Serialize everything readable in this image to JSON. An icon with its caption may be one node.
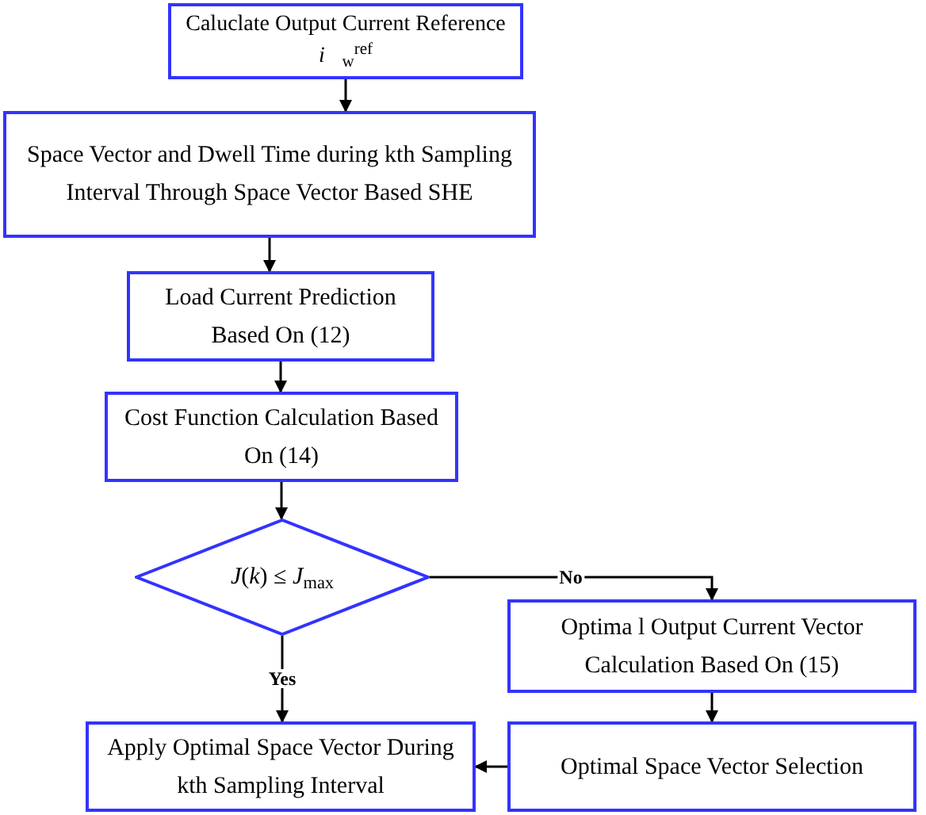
{
  "diagram": {
    "nodes": [
      {
        "text": [
          "Caluclate Output Current Reference *i⃗*$_{w}$$^{ref}$"
        ]
      },
      {
        "text": [
          "Space Vector and Dwell Time during kth Sampling Interval Through Space Vector Based SHE"
        ]
      },
      {
        "text": [
          "Load Current Prediction Based On (12)"
        ]
      },
      {
        "text": [
          "Cost Function Calculation Based On (14)"
        ]
      },
      {
        "text": [
          "*J*(*k*) ≤ *J*$_{max}$"
        ]
      },
      {
        "text": [
          "Optima l Output Current Vector Calculation Based On (15)"
        ]
      },
      {
        "text": [
          "Apply Optimal Space Vector During kth Sampling Interval"
        ]
      },
      {
        "text": [
          "Optimal Space Vector Selection"
        ]
      }
    ],
    "edges": [
      {
        "from": 0,
        "to": 1,
        "arrow": "to"
      },
      {
        "from": 1,
        "to": 2,
        "arrow": "to"
      },
      {
        "from": 2,
        "to": 3,
        "arrow": "to"
      },
      {
        "from": 3,
        "to": 4,
        "arrow": "to"
      },
      {
        "from": 4,
        "to": 5,
        "arrow": "to",
        "label": "No"
      },
      {
        "from": 4,
        "to": 6,
        "arrow": "to",
        "label": "Yes"
      },
      {
        "from": 5,
        "to": 7,
        "arrow": "to"
      },
      {
        "from": 7,
        "to": 6,
        "arrow": "to"
      }
    ]
  }
}
